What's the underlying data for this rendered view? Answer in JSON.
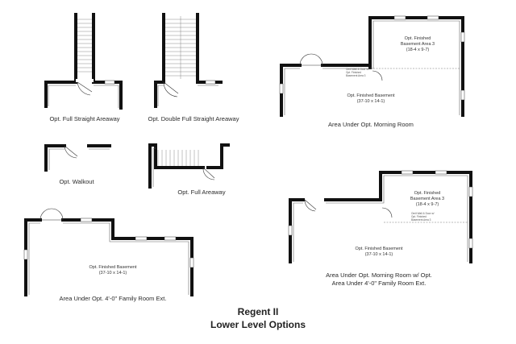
{
  "captions": {
    "straight_areaway": "Opt. Full Straight Areaway",
    "double_areaway": "Opt. Double Full Straight Areaway",
    "walkout": "Opt. Walkout",
    "full_areaway": "Opt. Full Areaway",
    "morning_room": "Area Under Opt. Morning Room",
    "family_room": "Area Under Opt. 4'-0\" Family Room Ext.",
    "morning_room_ext_line1": "Area Under Opt. Morning Room w/ Opt.",
    "morning_room_ext_line2": "Area Under 4'-0\" Family Room Ext."
  },
  "rooms": {
    "area3_name_line1": "Opt. Finished",
    "area3_name_line2": "Basement Area 3",
    "area3_dims": "(18-4 x 9-7)",
    "basement_name": "Opt. Finished Basement",
    "basement_dims": "(37-10 x 14-1)",
    "omit_note_line1": "Omit Wall & Door w/",
    "omit_note_line2": "Opt. Finished",
    "omit_note_line3": "Basement Area 3"
  },
  "title": {
    "line1": "Regent II",
    "line2": "Lower Level Options"
  }
}
